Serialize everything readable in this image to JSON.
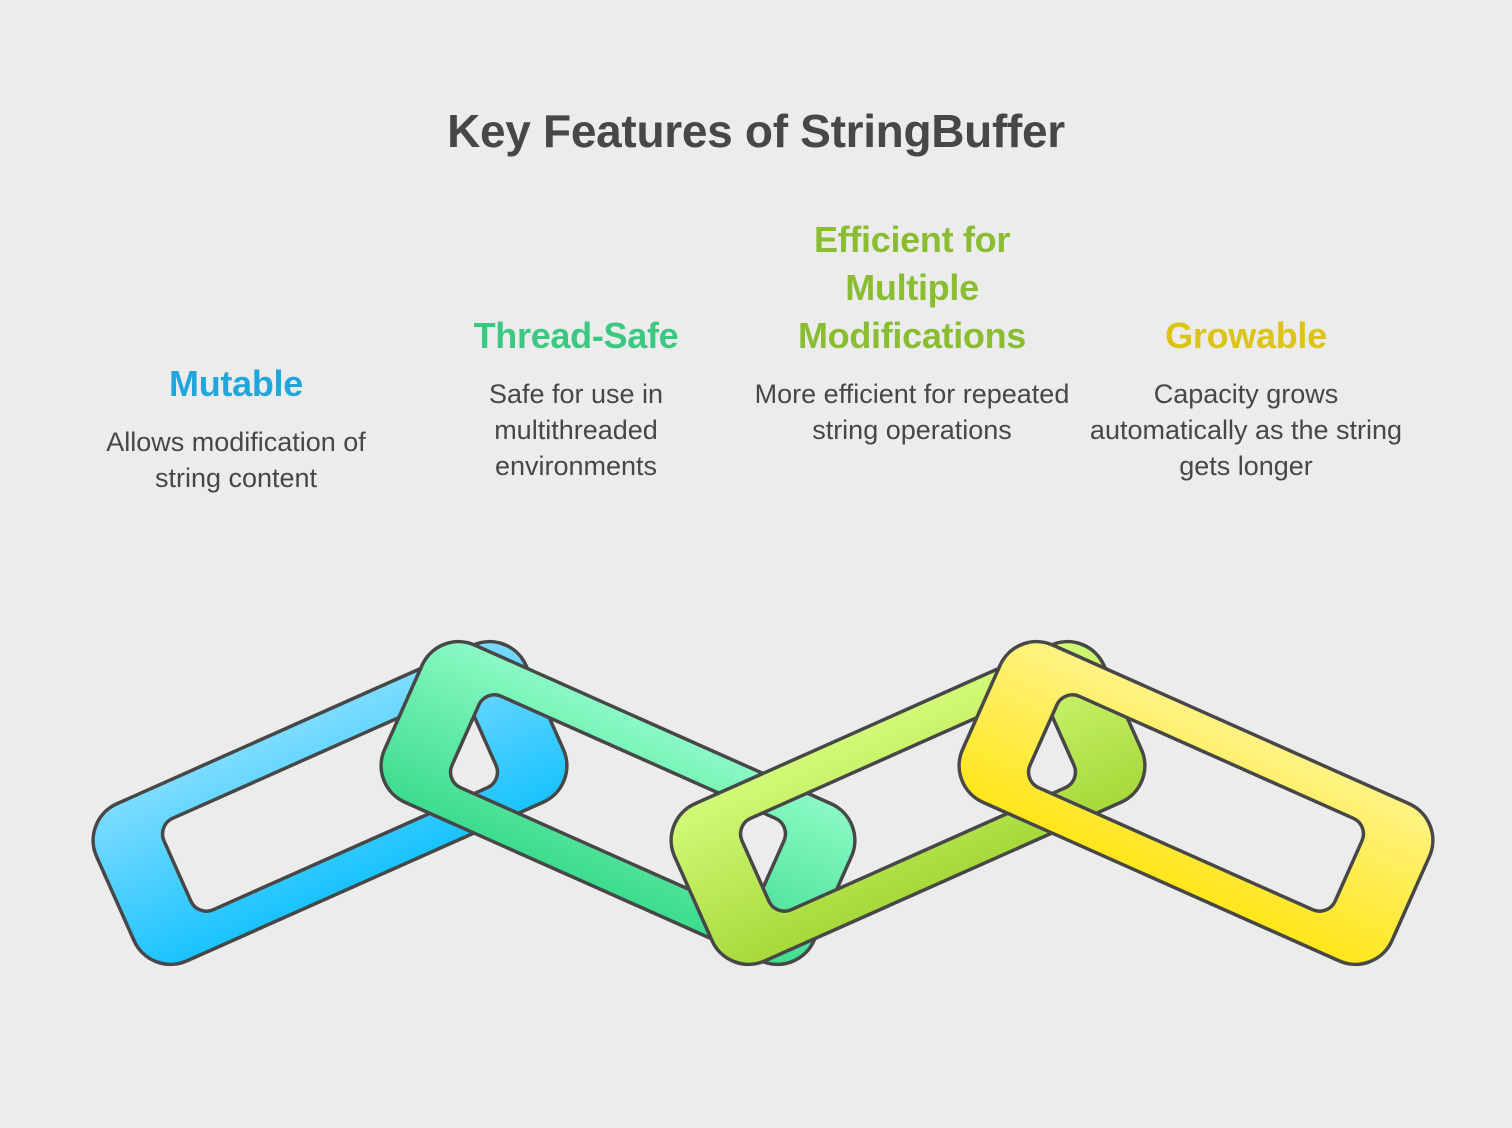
{
  "title": "Key Features of StringBuffer",
  "features": [
    {
      "heading": "Mutable",
      "description": "Allows modification of string content",
      "color": "#1fa7dd",
      "gradient": [
        "#7ddcff",
        "#19c3ff"
      ]
    },
    {
      "heading": "Thread-Safe",
      "description": "Safe for use in multithreaded environments",
      "color": "#3cc882",
      "gradient": [
        "#8afac4",
        "#3ddc8e"
      ]
    },
    {
      "heading": "Efficient for Multiple Modifications",
      "description": "More efficient for repeated string operations",
      "color": "#8abd32",
      "gradient": [
        "#d2fa78",
        "#a6d93a"
      ]
    },
    {
      "heading": "Growable",
      "description": "Capacity grows automatically as the string gets longer",
      "color": "#dcc414",
      "gradient": [
        "#fff384",
        "#ffe61a"
      ]
    }
  ]
}
